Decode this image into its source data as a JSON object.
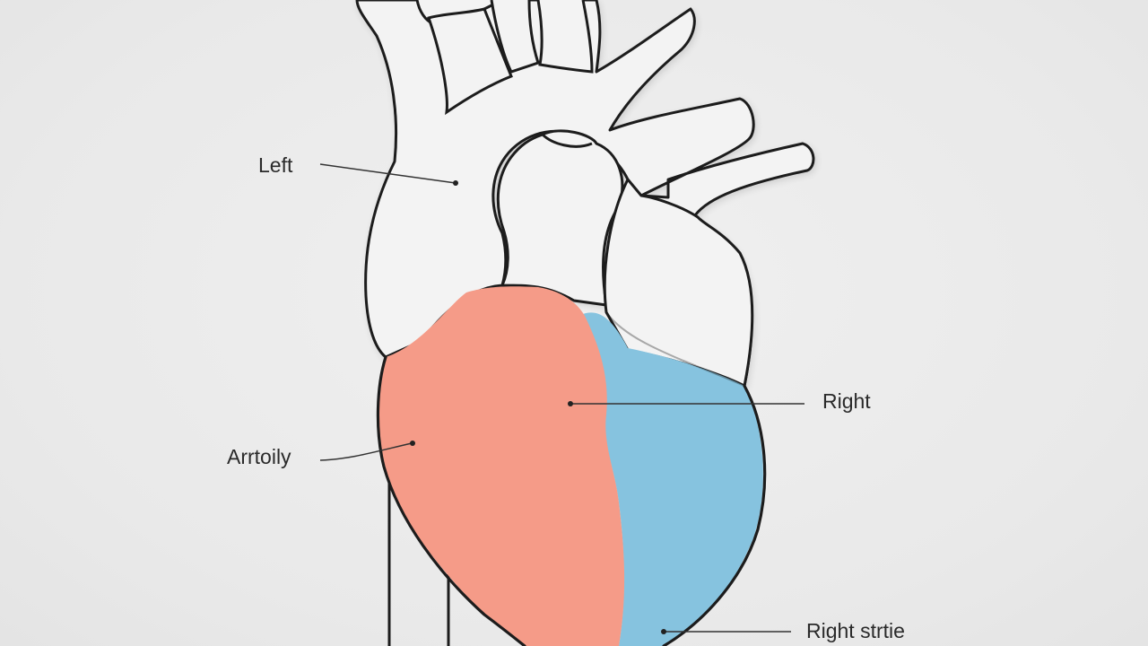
{
  "labels": {
    "left": "Left",
    "artery": "Arrtoily",
    "right": "Right",
    "right_atrium": "Right strtie"
  },
  "colors": {
    "background": "#ebebeb",
    "outline": "#1c1c1c",
    "vessel_fill": "#f3f3f3",
    "left_ventricle": "#f59b88",
    "right_ventricle": "#86c3df",
    "leader_line": "#333333"
  }
}
